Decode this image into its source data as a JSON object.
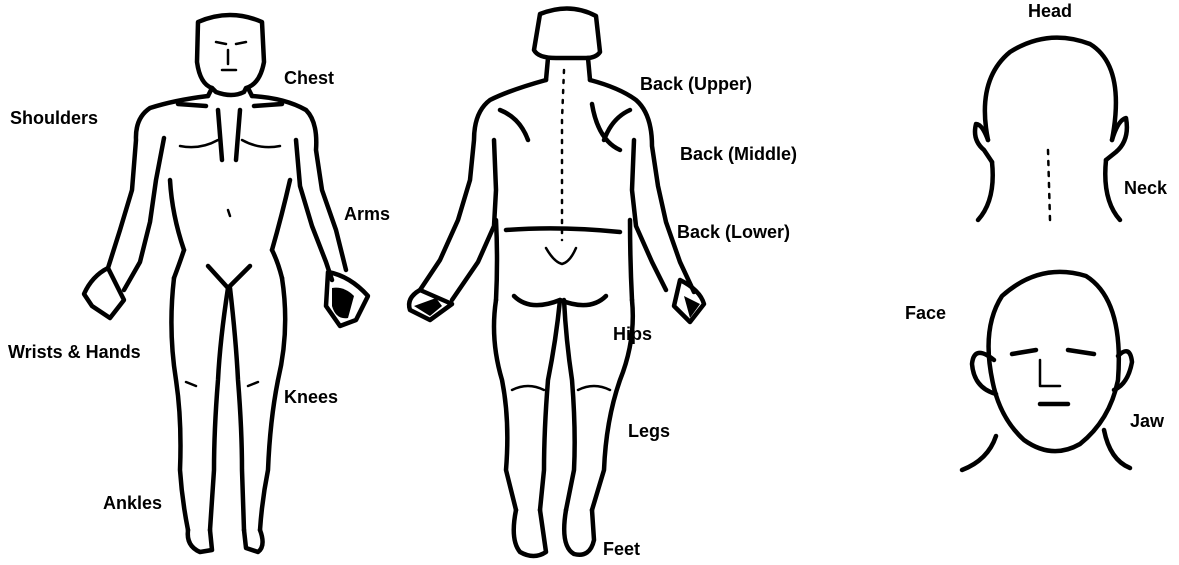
{
  "labels": {
    "shoulders": "Shoulders",
    "chest": "Chest",
    "arms": "Arms",
    "wrists_hands": "Wrists & Hands",
    "knees": "Knees",
    "ankles": "Ankles",
    "back_upper": "Back (Upper)",
    "back_middle": "Back (Middle)",
    "back_lower": "Back (Lower)",
    "hips": "Hips",
    "legs": "Legs",
    "feet": "Feet",
    "head": "Head",
    "neck": "Neck",
    "face": "Face",
    "jaw": "Jaw"
  },
  "colors": {
    "ink": "#000000",
    "background": "#ffffff"
  },
  "figures": [
    "front-body-figure",
    "back-body-figure",
    "head-back-figure",
    "head-front-figure"
  ]
}
